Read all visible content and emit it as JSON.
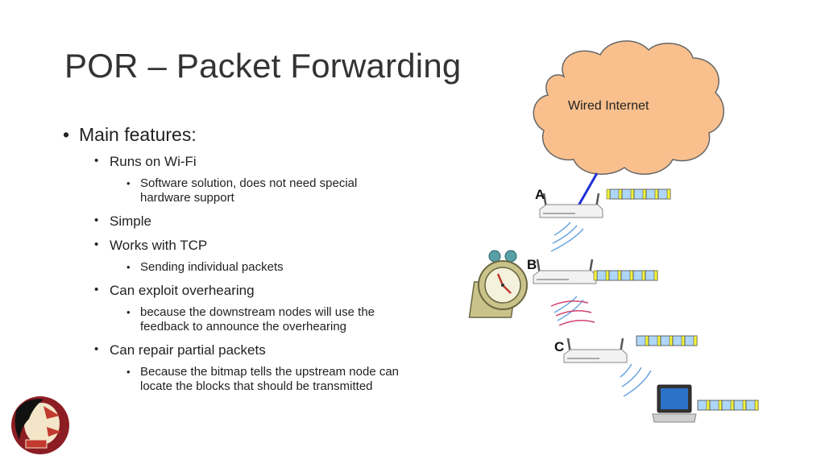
{
  "slide": {
    "title": "POR – Packet Forwarding",
    "bullets": {
      "main": "Main features:",
      "runs_wifi": "Runs on Wi-Fi",
      "software_solution": "Software solution, does not need special",
      "software_solution_2": "hardware support",
      "simple": "Simple",
      "works_tcp": "Works with TCP",
      "sending_individual": "Sending individual packets",
      "exploit": "Can exploit overhearing",
      "because_downstream": "because the downstream nodes will use the",
      "because_downstream_2": "feedback to announce the overhearing",
      "repair": "Can repair partial packets",
      "because_bitmap": "Because the bitmap tells the upstream node can",
      "because_bitmap_2": "locate the blocks that should be transmitted"
    }
  },
  "diagram": {
    "cloud_label": "Wired Internet",
    "node_a": "A",
    "node_b": "B",
    "node_c": "C",
    "colors": {
      "cloud_fill": "#f9c08e",
      "cloud_stroke": "#666666",
      "link": "#1f2fd6",
      "packet_fill": "#aed6f7",
      "packet_end": "#f2f23a",
      "wave": "#6aa6e0",
      "wave_interference": "#d04070"
    }
  }
}
